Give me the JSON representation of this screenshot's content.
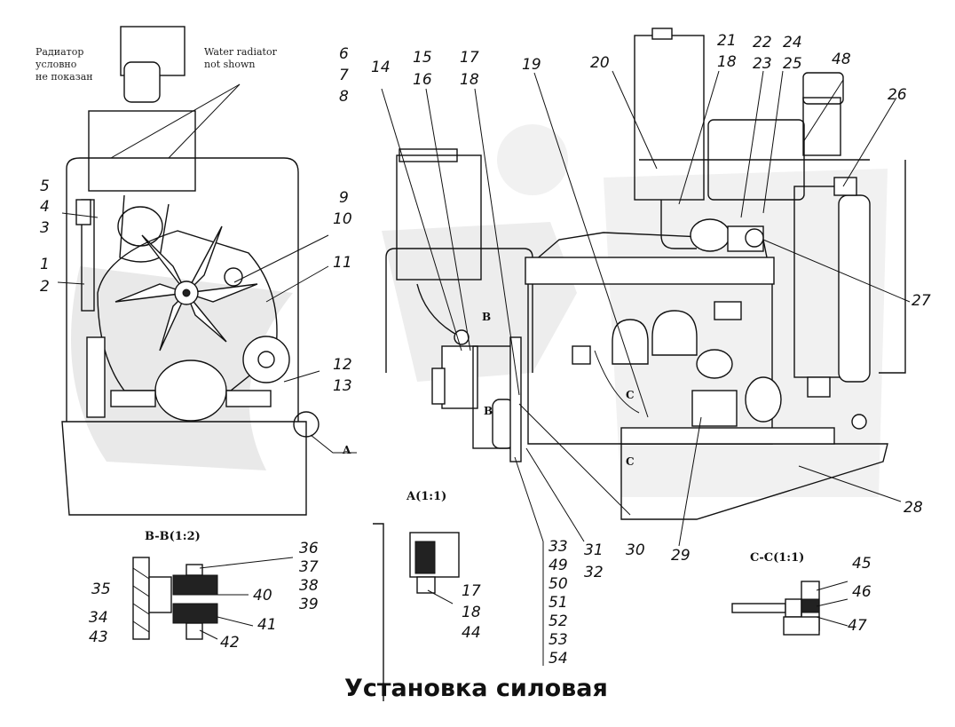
{
  "title": "Установка силовая",
  "notes": {
    "radiator_ru": [
      "Радиатор",
      "условно",
      "не показан"
    ],
    "radiator_en": [
      "Water radiator",
      "not shown"
    ]
  },
  "sections": {
    "bb": "B-B(1:2)",
    "aa": "A(1:1)",
    "cc": "C-C(1:1)"
  },
  "view_markers": {
    "a": "A",
    "b_top": "B",
    "b_bottom": "B",
    "c_top": "C",
    "c_bottom": "C"
  },
  "callouts": {
    "n1": "1",
    "n2": "2",
    "n3": "3",
    "n4": "4",
    "n5": "5",
    "n6": "6",
    "n7": "7",
    "n8": "8",
    "n9": "9",
    "n10": "10",
    "n11": "11",
    "n12": "12",
    "n13": "13",
    "n14": "14",
    "n15": "15",
    "n16": "16",
    "n17": "17",
    "n18": "18",
    "n19": "19",
    "n20": "20",
    "n21": "21",
    "n18b": "18",
    "n22": "22",
    "n23": "23",
    "n24": "24",
    "n25": "25",
    "n48": "48",
    "n26": "26",
    "n27": "27",
    "n28": "28",
    "n29": "29",
    "n30": "30",
    "n31": "31",
    "n32": "32",
    "n33": "33",
    "n49": "49",
    "n50": "50",
    "n51": "51",
    "n52": "52",
    "n53": "53",
    "n54": "54",
    "n36": "36",
    "n37": "37",
    "n38": "38",
    "n39": "39",
    "n35": "35",
    "n40": "40",
    "n41": "41",
    "n34": "34",
    "n43": "43",
    "n42": "42",
    "n17a": "17",
    "n18a": "18",
    "n44": "44",
    "n45": "45",
    "n46": "46",
    "n47": "47"
  }
}
